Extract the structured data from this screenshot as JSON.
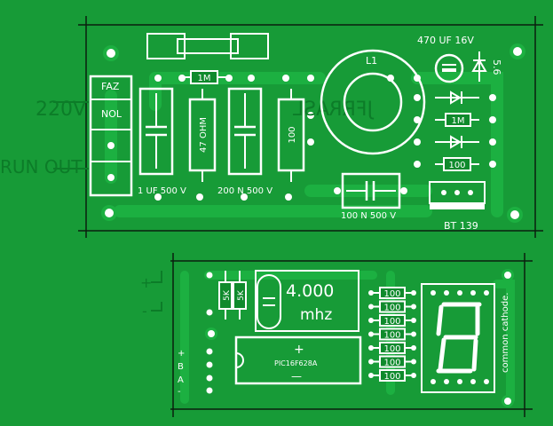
{
  "colors": {
    "background": "#179b37",
    "board": "#0f8a2c",
    "trace": "#1cb041",
    "silk": "#ffffff",
    "ghost": "#0c7c28",
    "outline": "#0a1f0f"
  },
  "top_board": {
    "capacitor_label": "470 UF 16V",
    "zener_value": "5.6",
    "inductor_label": "L1",
    "mirrored_text": "JFRRASL",
    "terminal_faz": "FAZ",
    "terminal_nol": "NOL",
    "ghost_220v": "220V",
    "ghost_run_out": "RUN OUT",
    "resistor_1m_a": "1M",
    "resistor_47ohm": "47 OHM",
    "resistor_100_vertical": "100",
    "resistor_1m_b": "1M",
    "resistor_100_b": "100",
    "cap_1uf": "1 UF 500 V",
    "cap_200n": "200 N 500 V",
    "cap_100n": "100 N 500 V",
    "triac": "BT 139"
  },
  "bottom_board": {
    "crystal": "4.000",
    "crystal_unit": "mhz",
    "mcu": "PIC16F628A",
    "mcu_plus": "+",
    "mcu_minus": "—",
    "r5k_1": "5K",
    "r5k_2": "5K",
    "seg_resistors": [
      "100",
      "100",
      "100",
      "100",
      "100",
      "100",
      "100"
    ],
    "display_note": "common cathode.",
    "port_plus": "+",
    "port_minus": "-",
    "port_b": "B",
    "port_a": "A"
  }
}
